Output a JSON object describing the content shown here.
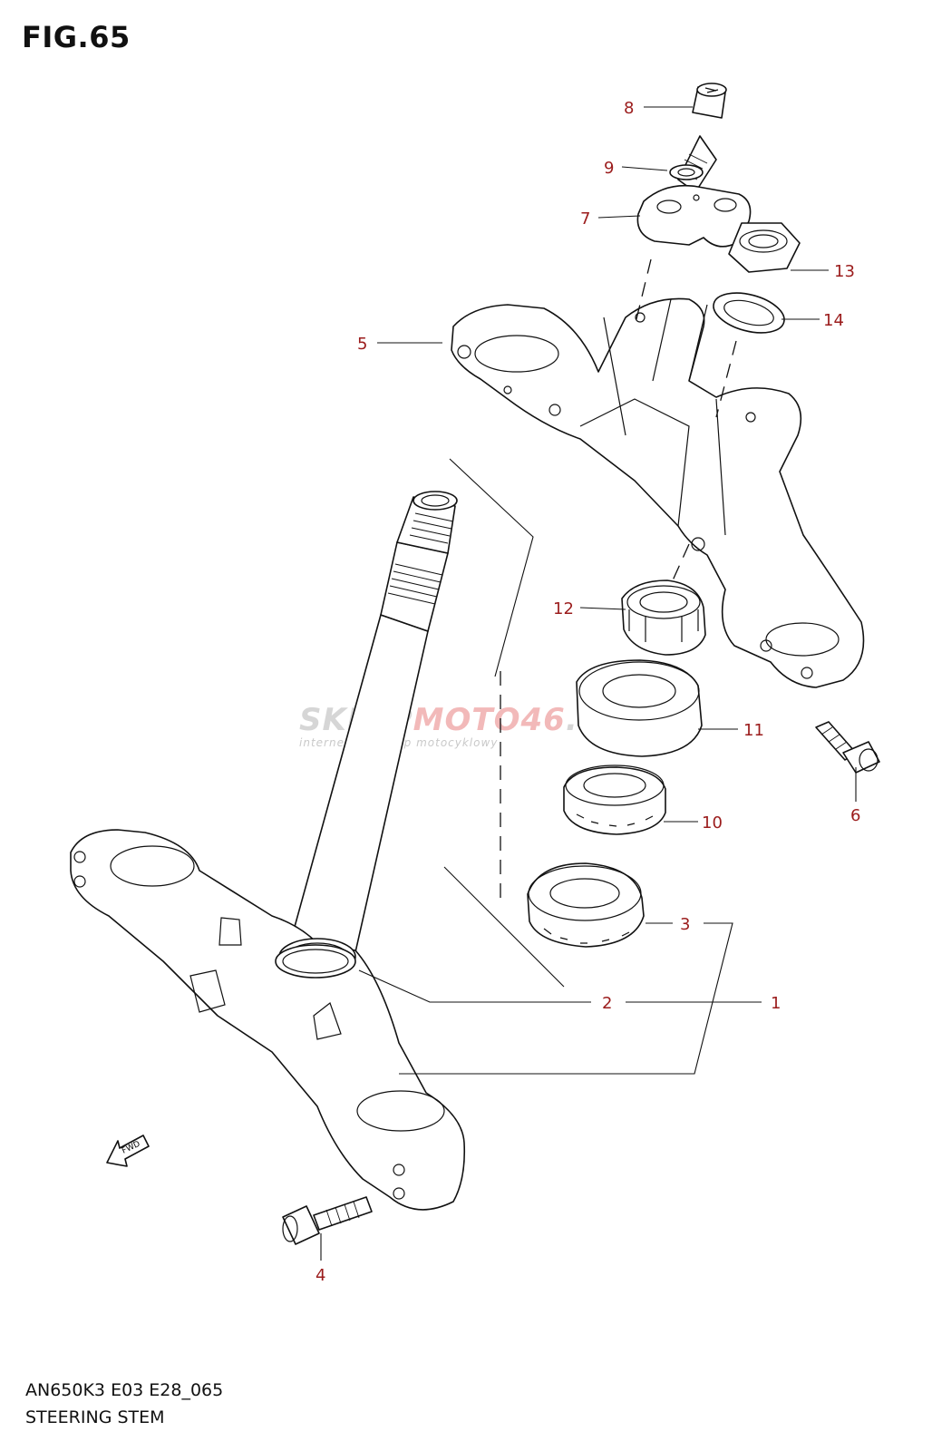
{
  "figure": {
    "title": "FIG.65",
    "code": "AN650K3 E03 E28_065",
    "name": "STEERING STEM"
  },
  "watermark": {
    "brand_a": "SKLEP",
    "brand_b": "MOTO46",
    "brand_c": ".PL",
    "tagline": "internetowy sklep motocyklowy"
  },
  "fwd_label": "FWD",
  "callouts": {
    "c1": "1",
    "c2": "2",
    "c3": "3",
    "c4": "4",
    "c5": "5",
    "c6": "6",
    "c7": "7",
    "c8": "8",
    "c9": "9",
    "c10": "10",
    "c11": "11",
    "c12": "12",
    "c13": "13",
    "c14": "14"
  },
  "colors": {
    "callout": "#9b1c1c",
    "line": "#111111"
  }
}
